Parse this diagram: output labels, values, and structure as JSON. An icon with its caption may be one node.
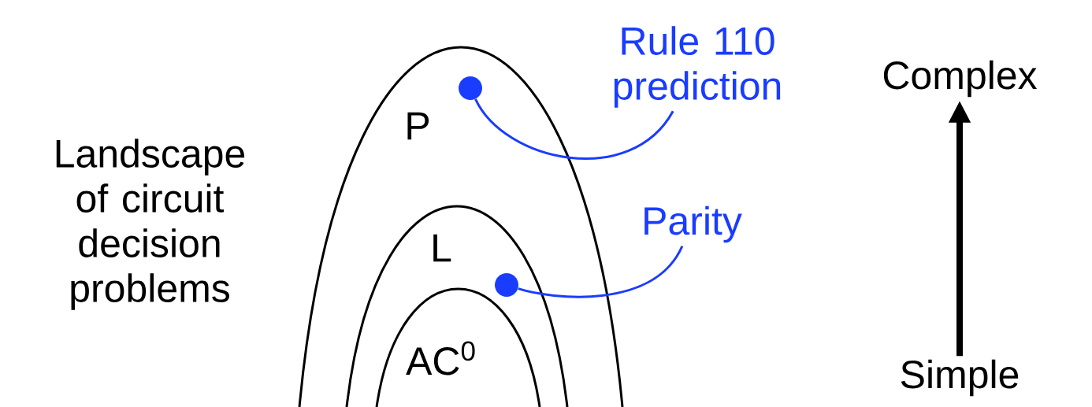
{
  "diagram": {
    "nodes": [
      {
        "text": [
          "P"
        ]
      },
      {
        "text": [
          "L"
        ],
        "in": 0
      },
      {
        "text": [
          "AC$^{0}$"
        ],
        "in": 1
      },
      {
        "text": [],
        "shape": "circle",
        "in": 0
      },
      {
        "text": [],
        "shape": "circle",
        "in": 1
      },
      {
        "text": [
          "Rule 110 prediction"
        ]
      },
      {
        "text": [
          "Parity"
        ]
      },
      {
        "text": [
          "Complex"
        ]
      },
      {
        "text": [
          "Simple"
        ]
      }
    ],
    "edges": [
      {
        "from": 5,
        "to": 3,
        "arrow": "none",
        "color": "#1a3cff"
      },
      {
        "from": 6,
        "to": 4,
        "arrow": "none",
        "color": "#1a3cff"
      },
      {
        "from": 8,
        "to": 7,
        "arrow": "to",
        "style": "thick",
        "color": "#000000"
      }
    ],
    "labels": [
      "Landscape of circuit decision problems"
    ]
  }
}
